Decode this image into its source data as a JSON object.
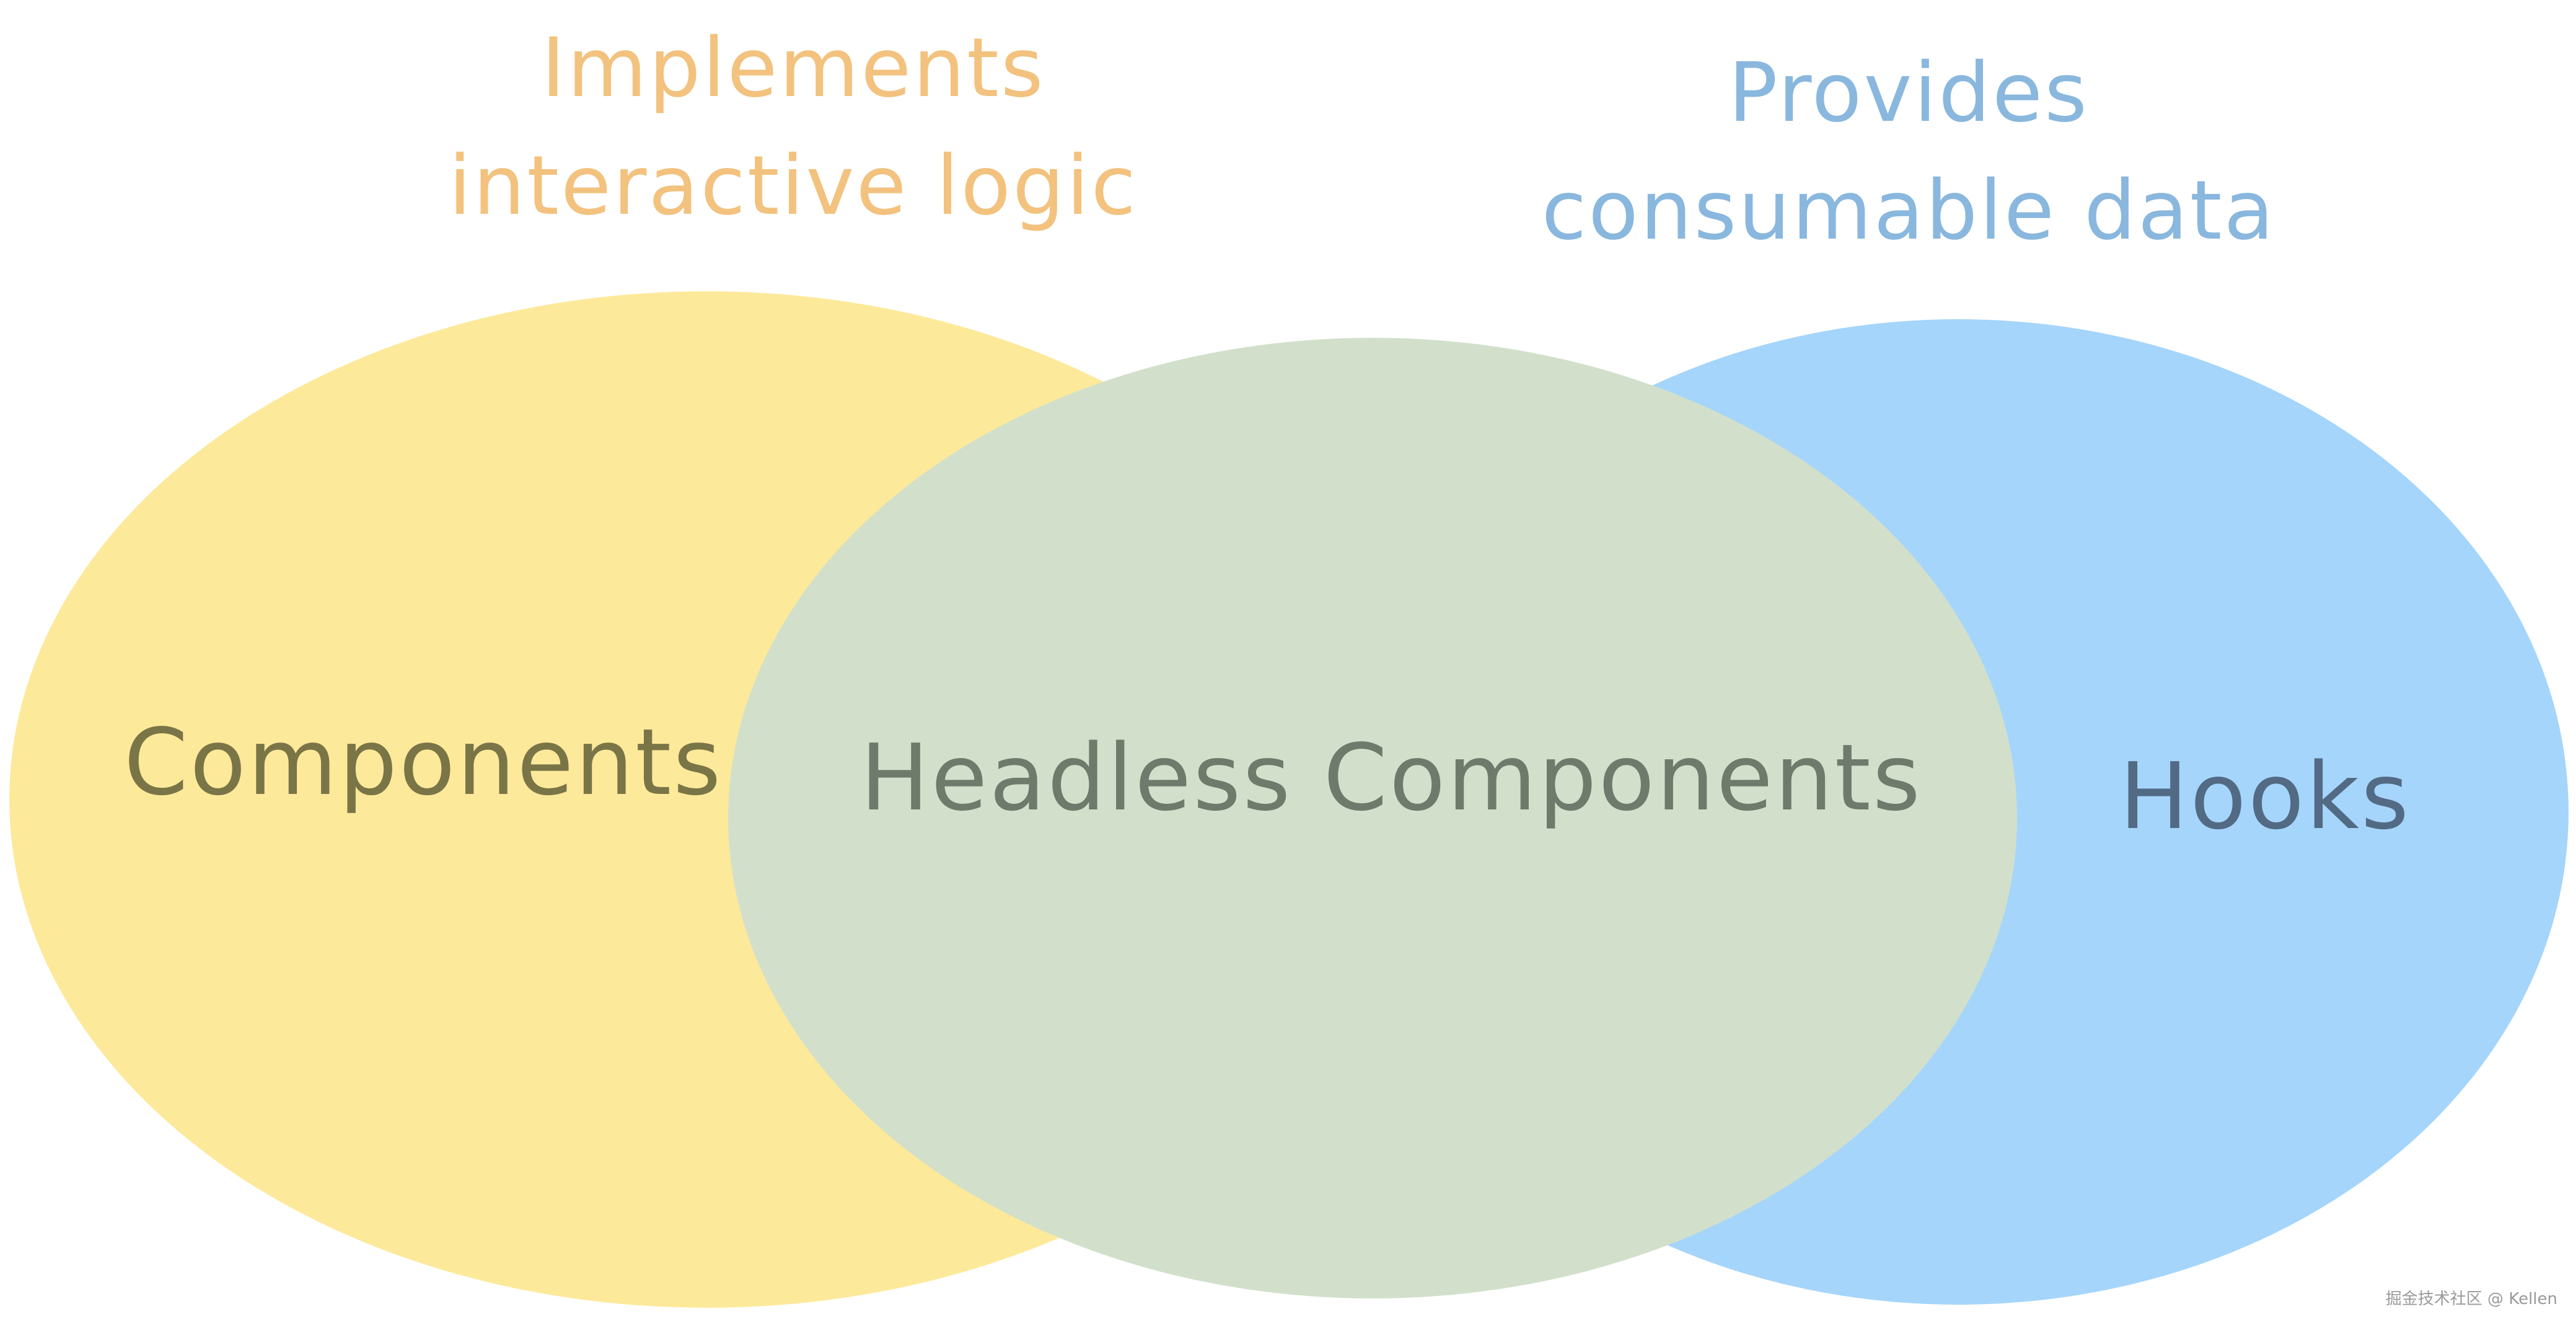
{
  "colors": {
    "background": "#ffffff",
    "left_set_fill": "#fde99a",
    "right_set_fill": "#a5d5fb",
    "overlap_fill": "#d2e0cb",
    "left_caption": "#f2c27e",
    "right_caption": "#89b7de",
    "left_label": "#7a7546",
    "center_label": "#6e7a6b",
    "right_label": "#536a84",
    "watermark": "#9a9a9a"
  },
  "captions": {
    "left": {
      "line1": "Implements",
      "line2": "interactive logic"
    },
    "right": {
      "line1": "Provides",
      "line2": "consumable data"
    }
  },
  "sets": {
    "left": {
      "label": "Components"
    },
    "right": {
      "label": "Hooks"
    },
    "intersection": {
      "label": "Headless Components"
    }
  },
  "watermark": "掘金技术社区 @ Kellen"
}
